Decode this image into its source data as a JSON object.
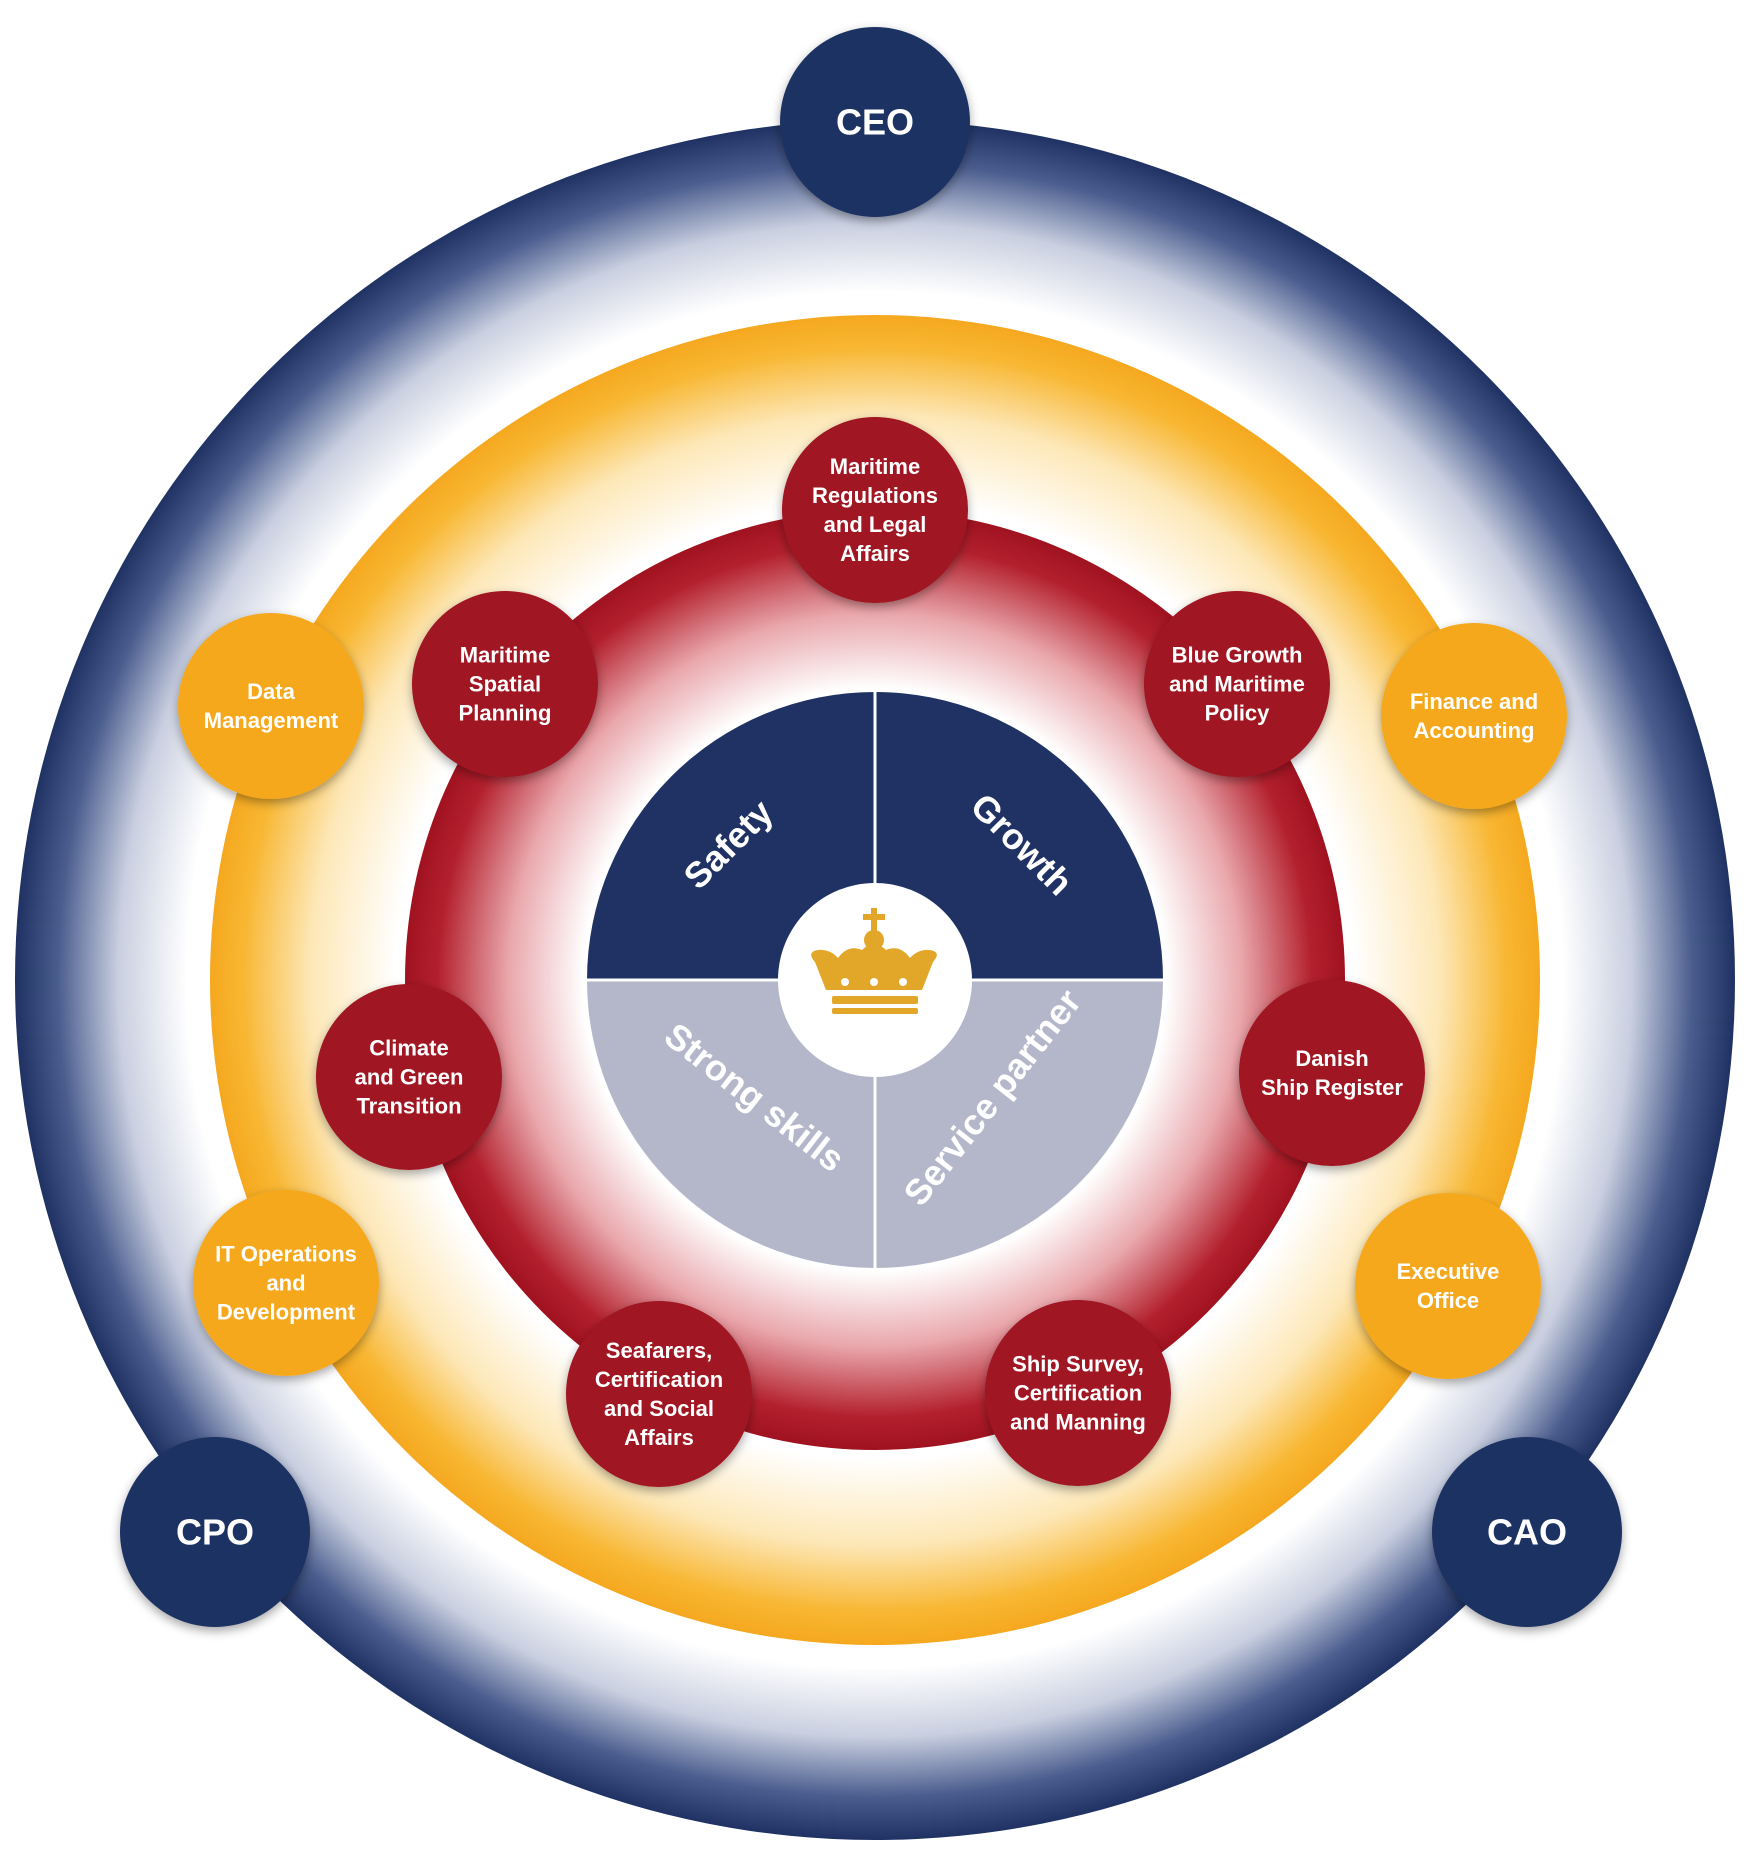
{
  "executives": [
    {
      "key": "ceo",
      "label": "CEO"
    },
    {
      "key": "cpo",
      "label": "CPO"
    },
    {
      "key": "cao",
      "label": "CAO"
    }
  ],
  "core_units": [
    {
      "key": "maritime-regulations",
      "label": [
        "Maritime",
        "Regulations",
        "and Legal",
        "Affairs"
      ]
    },
    {
      "key": "blue-growth",
      "label": [
        "Blue Growth",
        "and Maritime",
        "Policy"
      ]
    },
    {
      "key": "danish-ship-register",
      "label": [
        "Danish",
        "Ship Register"
      ]
    },
    {
      "key": "ship-survey",
      "label": [
        "Ship Survey,",
        "Certification",
        "and Manning"
      ]
    },
    {
      "key": "seafarers",
      "label": [
        "Seafarers,",
        "Certification",
        "and Social",
        "Affairs"
      ]
    },
    {
      "key": "climate-green",
      "label": [
        "Climate",
        "and Green",
        "Transition"
      ]
    },
    {
      "key": "maritime-spatial",
      "label": [
        "Maritime",
        "Spatial",
        "Planning"
      ]
    }
  ],
  "support_units": [
    {
      "key": "data-management",
      "label": [
        "Data",
        "Management"
      ]
    },
    {
      "key": "finance-accounting",
      "label": [
        "Finance and",
        "Accounting"
      ]
    },
    {
      "key": "executive-office",
      "label": [
        "Executive",
        "Office"
      ]
    },
    {
      "key": "it-operations",
      "label": [
        "IT Operations",
        "and",
        "Development"
      ]
    }
  ],
  "center_quadrants": [
    {
      "key": "safety",
      "label": "Safety"
    },
    {
      "key": "growth",
      "label": "Growth"
    },
    {
      "key": "strong-skills",
      "label": "Strong skills"
    },
    {
      "key": "service-partner",
      "label": "Service partner"
    }
  ],
  "center_emblem": "crown-icon",
  "colors": {
    "navy": "#1f3263",
    "gold": "#f5a81f",
    "crimson": "#a01220",
    "lavender": "#b4b6ca",
    "crown_gold": "#e2a628"
  }
}
